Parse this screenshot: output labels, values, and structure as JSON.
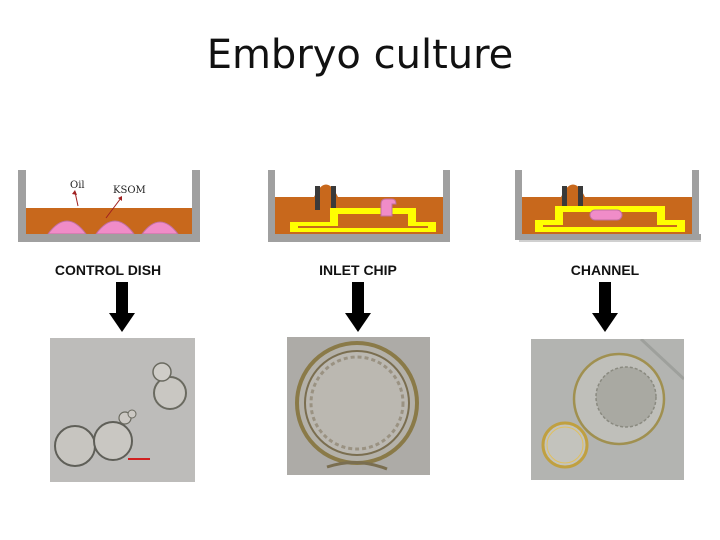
{
  "slide": {
    "title": "Embryo culture"
  },
  "panels": [
    {
      "label": "CONTROL DISH",
      "annotation_oil": "Oil",
      "annotation_ksom": "KSOM"
    },
    {
      "label": "INLET CHIP"
    },
    {
      "label": "CHANNEL"
    }
  ],
  "colors": {
    "medium": "#c8681c",
    "embryo": "#f08cc8",
    "channel": "#ffff00",
    "pillar": "#3a3a3a",
    "wall": "#a0a0a0"
  },
  "icons": [
    "down-arrow-icon"
  ]
}
